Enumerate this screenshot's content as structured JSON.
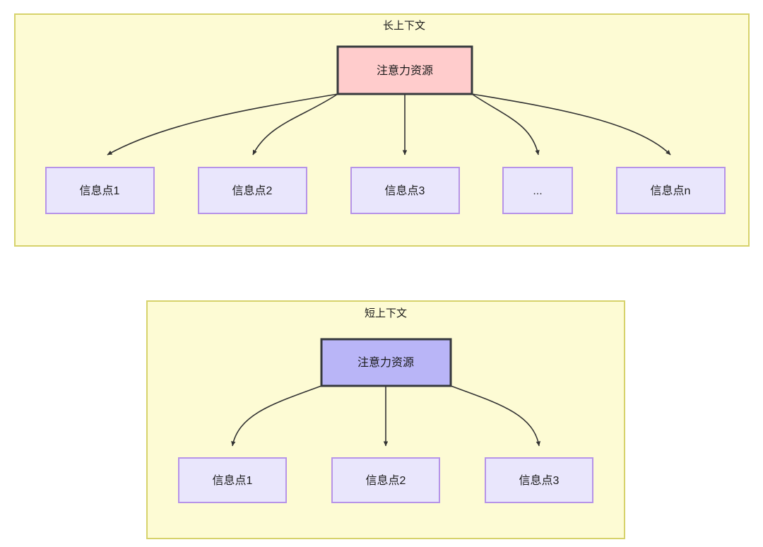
{
  "diagram": {
    "background": "#ffffff",
    "colors": {
      "panel_fill": "#fdfbd4",
      "panel_stroke": "#d6d26b",
      "attention_long_fill": "#ffcccc",
      "attention_long_stroke": "#36393d",
      "attention_short_fill": "#b9b5f7",
      "attention_short_stroke": "#36393d",
      "infopoint_fill": "#e9e6fc",
      "infopoint_stroke": "#b693e8",
      "edge_stroke": "#333333",
      "text": "#1a1a1a"
    },
    "panels": [
      {
        "id": "long-context",
        "title": "长上下文",
        "root": {
          "label": "注意力资源"
        },
        "children": [
          {
            "label": "信息点1"
          },
          {
            "label": "信息点2"
          },
          {
            "label": "信息点3"
          },
          {
            "label": "..."
          },
          {
            "label": "信息点n"
          }
        ]
      },
      {
        "id": "short-context",
        "title": "短上下文",
        "root": {
          "label": "注意力资源"
        },
        "children": [
          {
            "label": "信息点1"
          },
          {
            "label": "信息点2"
          },
          {
            "label": "信息点3"
          }
        ]
      }
    ]
  }
}
